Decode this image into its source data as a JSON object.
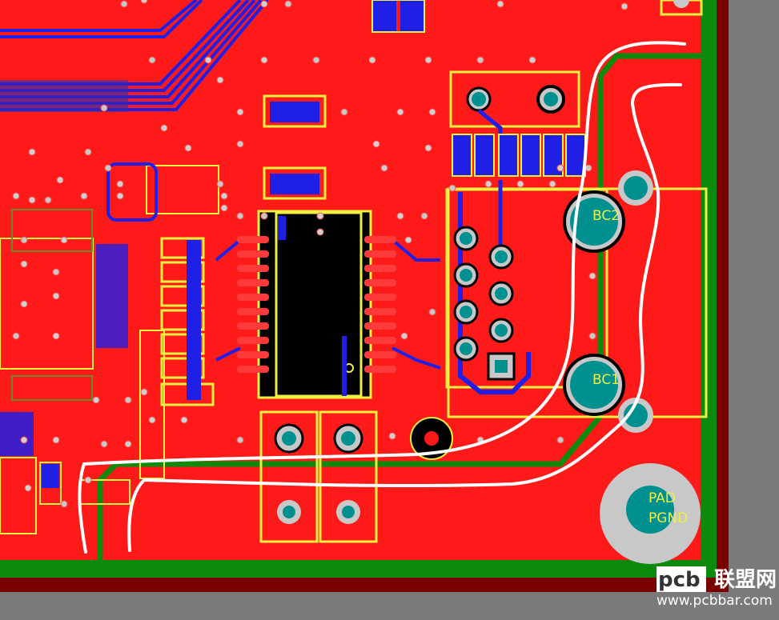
{
  "labels": {
    "bc2": "BC2",
    "bc1": "BC1",
    "pad": "PAD",
    "pgnd": "PGND"
  },
  "watermark": {
    "logo_pcb": "pcb",
    "logo_cn": "联盟网",
    "url": "www.pcbbar.com"
  },
  "colors": {
    "top_copper": "#ff1a1a",
    "bottom_copper": "#1f1fe6",
    "silkscreen": "#f0f040",
    "pad_teal": "#009090",
    "pad_ring": "#c8c8c8",
    "board_edge_green": "#0c8a0c",
    "board_edge_maroon": "#7a0000",
    "workspace_gray": "#7a7a7a",
    "annotation_white": "#ffffff"
  },
  "icons": {
    "via": "via-dot-icon",
    "through_hole": "through-hole-pad-icon"
  }
}
